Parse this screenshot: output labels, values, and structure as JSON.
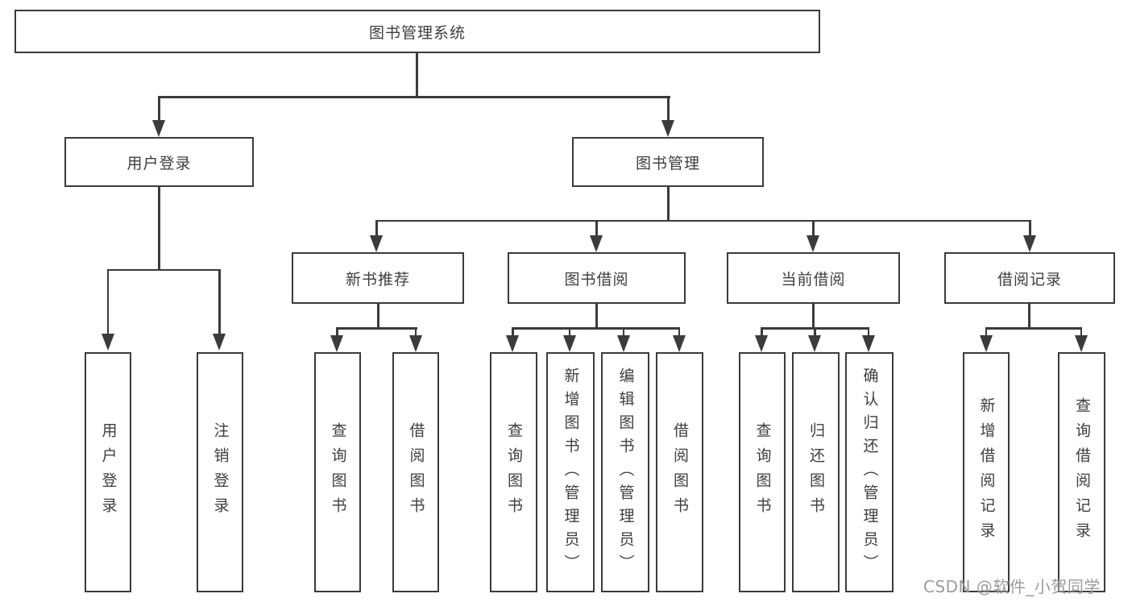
{
  "diagram": {
    "root": {
      "label": "图书管理系统"
    },
    "branches": [
      {
        "label": "用户登录",
        "children": [
          {
            "label": "用户登录"
          },
          {
            "label": "注销登录"
          }
        ]
      },
      {
        "label": "图书管理",
        "children": [
          {
            "label": "新书推荐",
            "children": [
              {
                "label": "查询图书"
              },
              {
                "label": "借阅图书"
              }
            ]
          },
          {
            "label": "图书借阅",
            "children": [
              {
                "label": "查询图书"
              },
              {
                "label": "新增图书（管理员）"
              },
              {
                "label": "编辑图书（管理员）"
              },
              {
                "label": "借阅图书"
              }
            ]
          },
          {
            "label": "当前借阅",
            "children": [
              {
                "label": "查询图书"
              },
              {
                "label": "归还图书"
              },
              {
                "label": "确认归还（管理员）"
              }
            ]
          },
          {
            "label": "借阅记录",
            "children": [
              {
                "label": "新增借阅记录"
              },
              {
                "label": "查询借阅记录"
              }
            ]
          }
        ]
      }
    ]
  },
  "watermark": {
    "text": "CSDN @软件_小贺同学"
  },
  "colors": {
    "line": "#3b3b3b",
    "text": "#3e3e3e",
    "watermark": "#8a8a8a",
    "background": "#ffffff"
  }
}
